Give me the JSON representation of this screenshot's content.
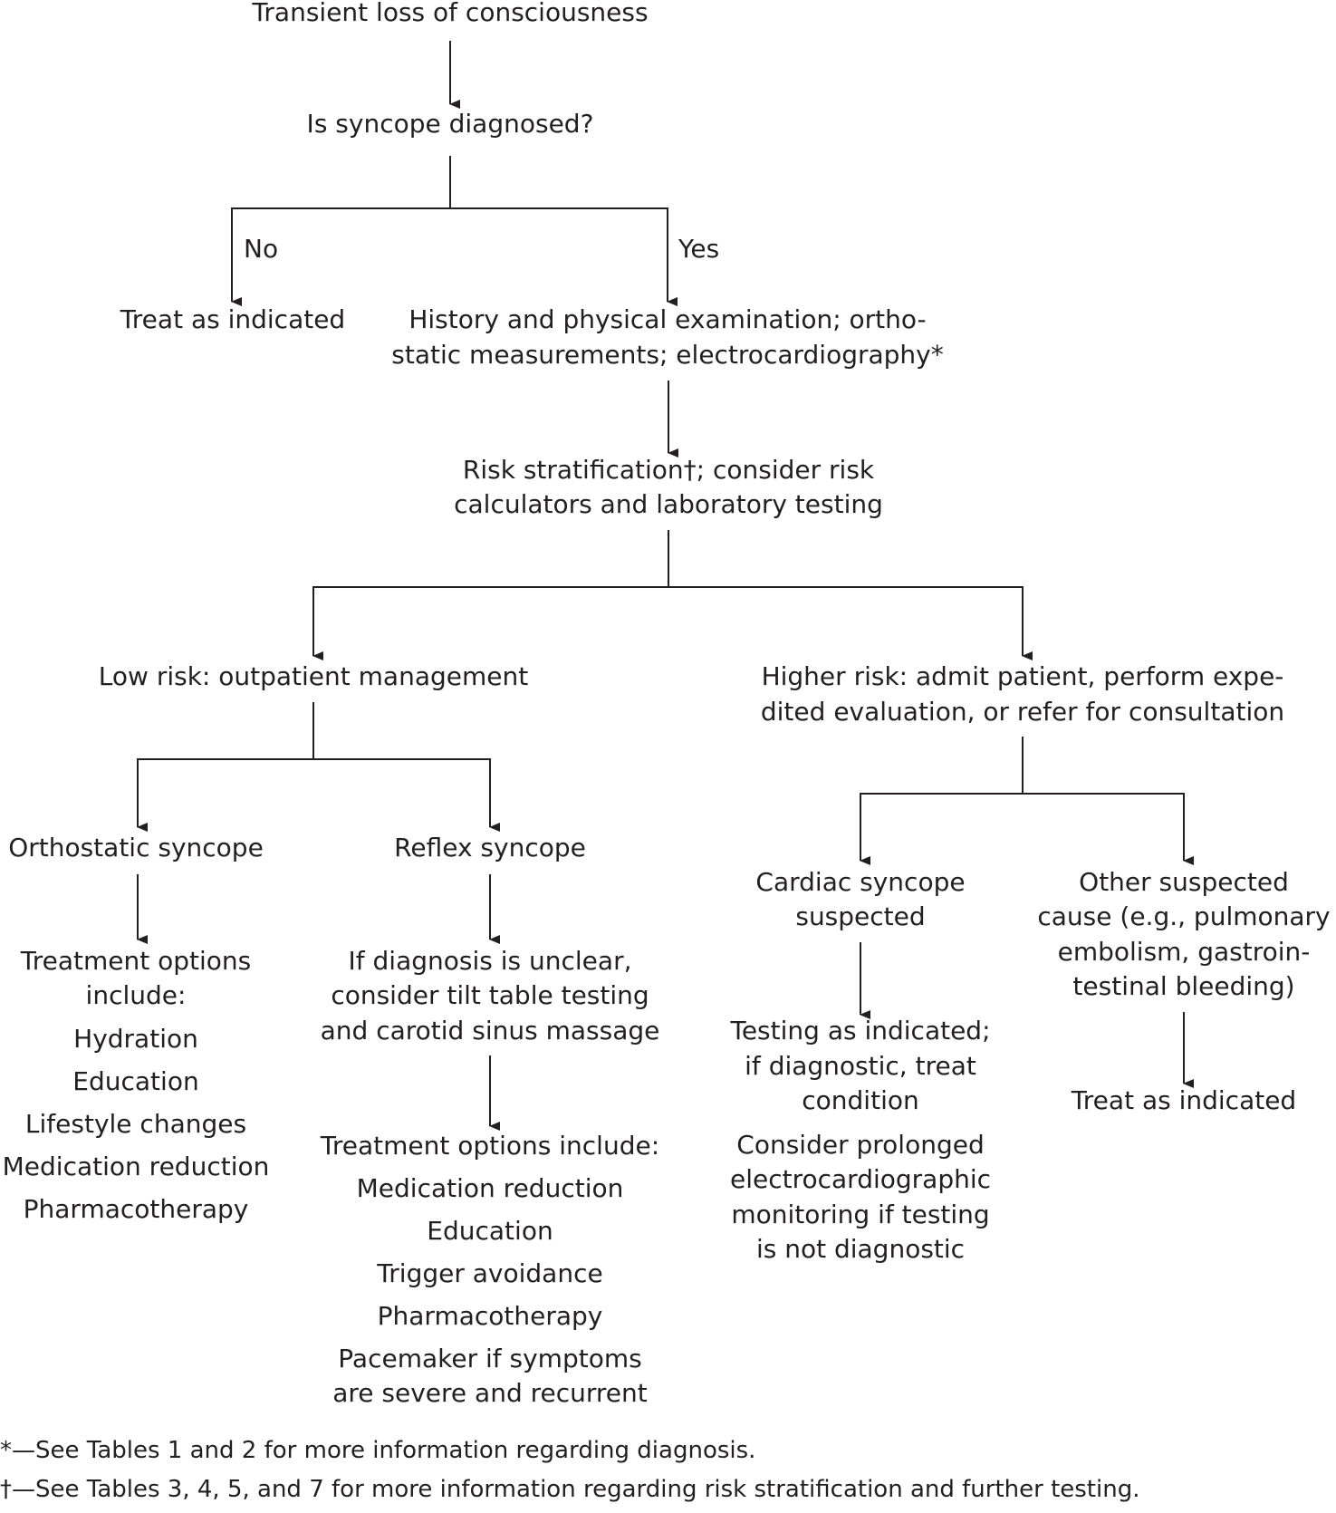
{
  "flow": {
    "start": "Transient loss of consciousness",
    "question": "Is syncope diagnosed?",
    "no_label": "No",
    "yes_label": "Yes",
    "no_action": "Treat as indicated",
    "history": [
      "History and physical examination; ortho-",
      "static measurements; electrocardiography*"
    ],
    "risk": [
      "Risk stratification†; consider risk",
      "calculators and laboratory testing"
    ],
    "low_risk": "Low risk: outpatient management",
    "higher_risk": [
      "Higher risk: admit patient, perform expe-",
      "dited evaluation, or refer for consultation"
    ],
    "orthostatic": {
      "title": "Orthostatic syncope",
      "options_header": [
        "Treatment options",
        "include:"
      ],
      "options": [
        "Hydration",
        "Education",
        "Lifestyle changes",
        "Medication reduction",
        "Pharmacotherapy"
      ]
    },
    "reflex": {
      "title": "Reflex syncope",
      "unclear": [
        "If diagnosis is unclear,",
        "consider tilt table testing",
        "and carotid sinus massage"
      ],
      "options_header": "Treatment options include:",
      "options": [
        "Medication reduction",
        "Education",
        "Trigger avoidance",
        "Pharmacotherapy"
      ],
      "pacemaker": [
        "Pacemaker if symptoms",
        "are severe and recurrent"
      ]
    },
    "cardiac": {
      "title": [
        "Cardiac syncope",
        "suspected"
      ],
      "testing": [
        "Testing as indicated;",
        "if diagnostic, treat",
        "condition"
      ],
      "monitoring": [
        "Consider prolonged",
        "electrocardiographic",
        "monitoring if testing",
        "is not diagnostic"
      ]
    },
    "other": {
      "title": [
        "Other suspected",
        "cause (e.g., pulmonary",
        "embolism, gastroin-",
        "testinal bleeding)"
      ],
      "action": "Treat as indicated"
    }
  },
  "footnotes": [
    "*—See Tables 1 and 2 for more information regarding diagnosis.",
    "†—See Tables 3, 4, 5, and 7 for more information regarding risk stratification and further testing."
  ]
}
